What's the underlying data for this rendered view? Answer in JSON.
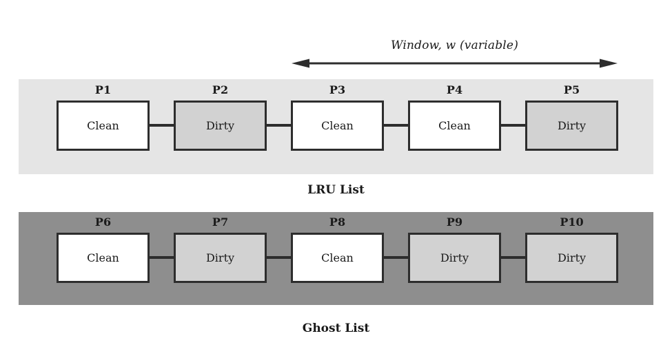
{
  "window_annotation": {
    "label": "Window, w (variable)"
  },
  "lru_list": {
    "title": "LRU List",
    "items": [
      {
        "page": "P1",
        "state": "Clean"
      },
      {
        "page": "P2",
        "state": "Dirty"
      },
      {
        "page": "P3",
        "state": "Clean"
      },
      {
        "page": "P4",
        "state": "Clean"
      },
      {
        "page": "P5",
        "state": "Dirty"
      }
    ]
  },
  "ghost_list": {
    "title": "Ghost List",
    "items": [
      {
        "page": "P6",
        "state": "Clean"
      },
      {
        "page": "P7",
        "state": "Dirty"
      },
      {
        "page": "P8",
        "state": "Clean"
      },
      {
        "page": "P9",
        "state": "Dirty"
      },
      {
        "page": "P10",
        "state": "Dirty"
      }
    ]
  },
  "colors": {
    "lru_band": "#e5e5e5",
    "ghost_band": "#8e8e8e",
    "clean_fill": "#ffffff",
    "dirty_fill": "#d2d2d2",
    "line": "#2d2d2d",
    "text": "#1a1a1a"
  }
}
